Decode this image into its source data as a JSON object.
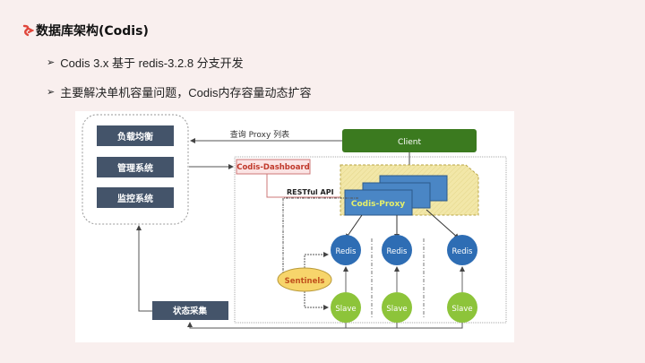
{
  "slide": {
    "title": "数据库架构(Codis)",
    "title_icon": "red-squiggle-icon",
    "bullets": [
      {
        "icon": "arrow-bullet-icon",
        "glyph": "➢",
        "text": "Codis 3.x 基于 redis-3.2.8 分支开发"
      },
      {
        "icon": "arrow-bullet-icon",
        "glyph": "➢",
        "text": "主要解决单机容量问题，Codis内存容量动态扩容"
      }
    ]
  },
  "diagram": {
    "left_group": [
      "负载均衡",
      "管理系统",
      "监控系统"
    ],
    "status_collector": "状态采集",
    "query_label": "查询 Proxy 列表",
    "client": "Client",
    "dashboard": "Codis-Dashboard",
    "restful": "RESTful API",
    "proxy": "Codis-Proxy",
    "sentinels": "Sentinels",
    "masters": [
      "Redis",
      "Redis",
      "Redis"
    ],
    "slaves": [
      "Slave",
      "Slave",
      "Slave"
    ],
    "colors": {
      "dark_box": "#44546a",
      "client": "#3b7a1f",
      "dashboard_text": "#c0392b",
      "dashboard_fill": "#fbe4e4",
      "proxy": "#4a86c5",
      "proxy_text": "#e6f06a",
      "redis": "#2e6db4",
      "slave": "#8dc43a",
      "sentinel": "#f7d56b",
      "sentinel_text": "#c0501c",
      "proxy_zone": "#f1e6a6"
    }
  }
}
